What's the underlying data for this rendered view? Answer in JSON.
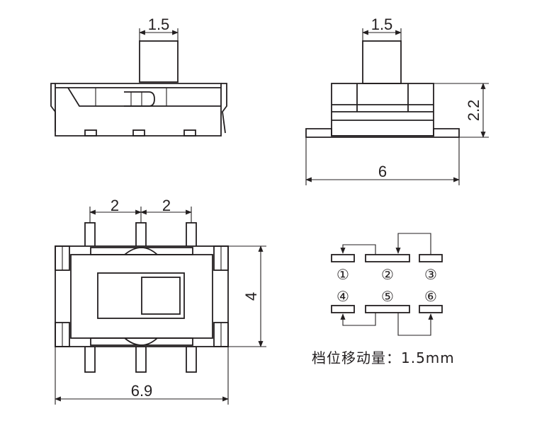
{
  "dimensions": {
    "top_width": "1.5",
    "side_width": "1.5",
    "side_height": "2.2",
    "side_length": "6",
    "pin_pitch_1": "2",
    "pin_pitch_2": "2",
    "body_width": "4",
    "body_length": "6.9"
  },
  "pins": [
    "①",
    "②",
    "③",
    "④",
    "⑤",
    "⑥"
  ],
  "note": "档位移动量：1.5mm"
}
